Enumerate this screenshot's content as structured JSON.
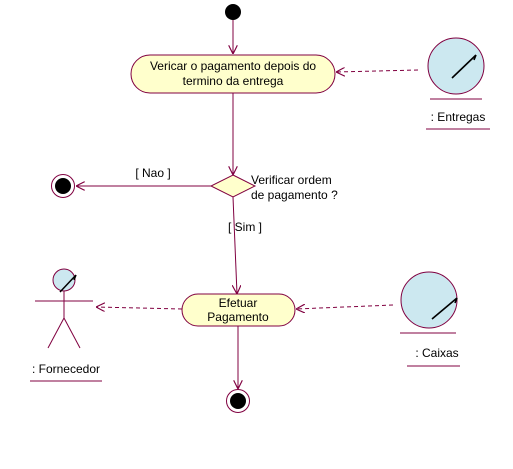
{
  "activities": {
    "verify_payment": [
      "Vericar  o pagamento depois do",
      "termino da entrega"
    ],
    "pay": [
      "Efetuar",
      "Pagamento"
    ]
  },
  "decision": {
    "label": [
      "Verificar ordem",
      "de pagamento ?"
    ],
    "guard_no": "[ Nao ]",
    "guard_yes": "[ Sim ]"
  },
  "objects": {
    "deliveries": ": Entregas",
    "cashiers": ": Caixas"
  },
  "actors": {
    "supplier": ": Fornecedor"
  },
  "colors": {
    "line": "#800040",
    "activity_fill": "#ffffcc",
    "object_fill": "#cce8f0",
    "decision_fill": "#ffffcc",
    "text": "#000000"
  }
}
